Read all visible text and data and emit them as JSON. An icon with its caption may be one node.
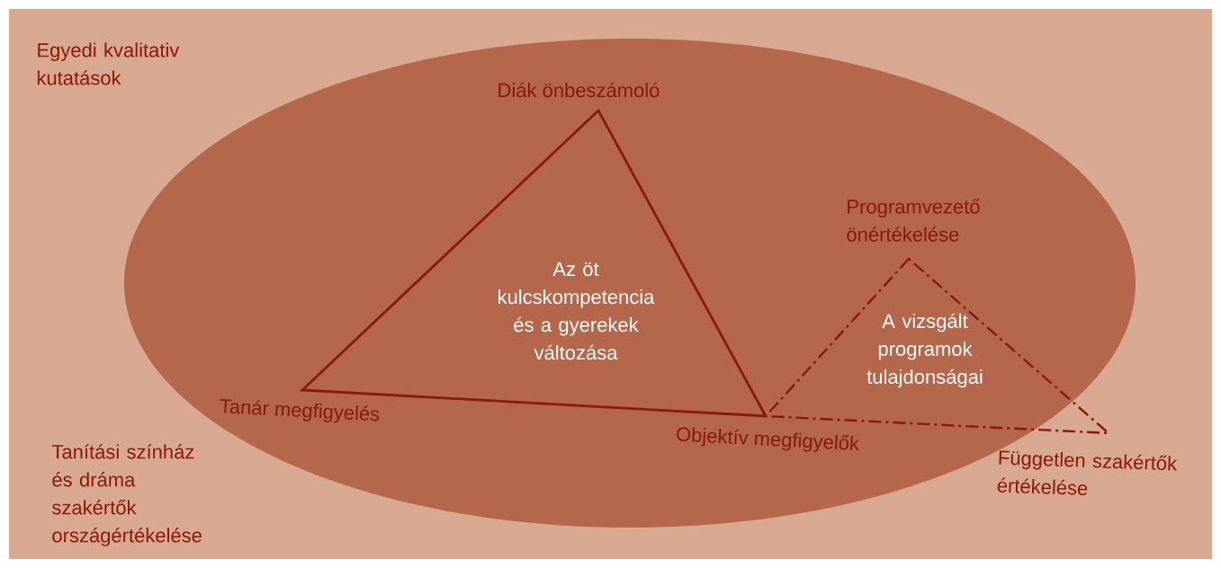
{
  "diagram": {
    "nodes": [
      {
        "text": [
          "Egyedi kvalitativ kutatások"
        ]
      },
      {
        "text": [
          "Tanítási színház és dráma szakértők országértékelése"
        ],
        "in": 0
      },
      {
        "text": [
          "Az öt kulcskompetencia és a gyerekek változása"
        ],
        "in": 1,
        "beside": [
          "Diák önbeszámoló",
          "Tanár megfigyelés",
          "Objektív megfigyelők"
        ]
      },
      {
        "text": [
          "A vizsgált programok tulajdonságai"
        ],
        "in": 1,
        "beside": [
          "Programvezető önértékelése",
          "Független szakértők értékelése"
        ]
      }
    ]
  }
}
